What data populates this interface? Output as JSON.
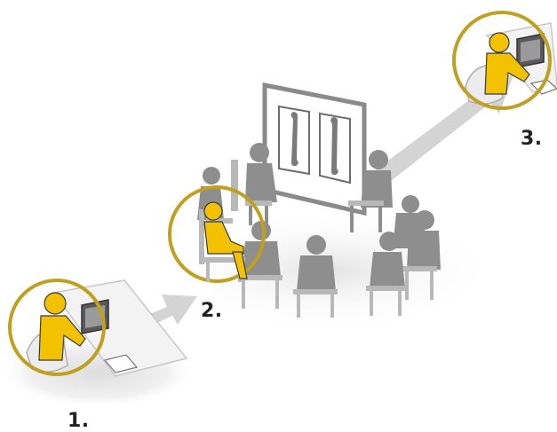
{
  "steps": [
    {
      "label": "1.",
      "name": "individual-review"
    },
    {
      "label": "2.",
      "name": "group-discussion"
    },
    {
      "label": "3.",
      "name": "individual-revision"
    }
  ],
  "colors": {
    "highlight_person": "#f2c200",
    "highlight_ring": "#bfa020",
    "person_gray": "#8e8e8e",
    "chair_gray": "#b8b8b8",
    "arrow_gray": "#d4d4d4",
    "board_frame": "#8a8a8a",
    "label_text": "#222222"
  },
  "icons": {
    "person_at_computer": "person-at-computer-icon",
    "discussion_circle": "discussion-circle-icon",
    "presentation_board": "presentation-board-icon",
    "bone_image": "bone-xray-icon",
    "flow_arrow": "flow-arrow-icon"
  }
}
